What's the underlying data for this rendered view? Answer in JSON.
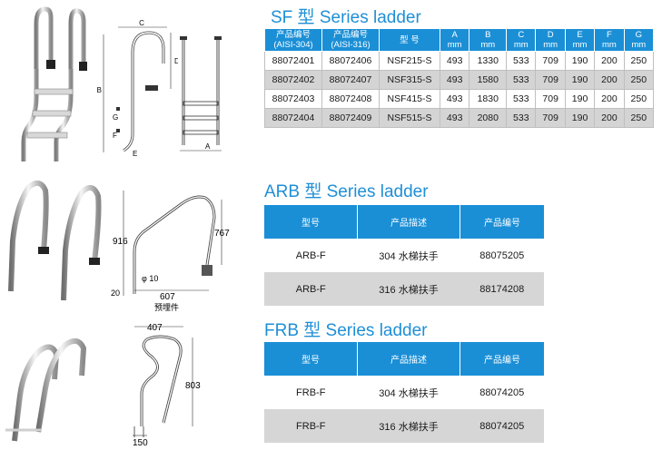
{
  "sf": {
    "title": "SF 型 Series ladder",
    "headers": [
      {
        "l1": "产品编号",
        "l2": "(AISI-304)"
      },
      {
        "l1": "产品编号",
        "l2": "(AISI-316)"
      },
      {
        "l1": "型    号",
        "l2": ""
      },
      {
        "l1": "A",
        "l2": "mm"
      },
      {
        "l1": "B",
        "l2": "mm"
      },
      {
        "l1": "C",
        "l2": "mm"
      },
      {
        "l1": "D",
        "l2": "mm"
      },
      {
        "l1": "E",
        "l2": "mm"
      },
      {
        "l1": "F",
        "l2": "mm"
      },
      {
        "l1": "G",
        "l2": "mm"
      }
    ],
    "rows": [
      [
        "88072401",
        "88072406",
        "NSF215-S",
        "493",
        "1330",
        "533",
        "709",
        "190",
        "200",
        "250"
      ],
      [
        "88072402",
        "88072407",
        "NSF315-S",
        "493",
        "1580",
        "533",
        "709",
        "190",
        "200",
        "250"
      ],
      [
        "88072403",
        "88072408",
        "NSF415-S",
        "493",
        "1830",
        "533",
        "709",
        "190",
        "200",
        "250"
      ],
      [
        "88072404",
        "88072409",
        "NSF515-S",
        "493",
        "2080",
        "533",
        "709",
        "190",
        "200",
        "250"
      ]
    ],
    "dim_labels": {
      "c": "C",
      "d": "D",
      "b": "B",
      "g": "G",
      "f": "F",
      "e": "E",
      "a": "A"
    }
  },
  "arb": {
    "title": "ARB 型 Series ladder",
    "headers": [
      "型号",
      "产品描述",
      "产品编号"
    ],
    "rows": [
      [
        "ARB-F",
        "304 水梯扶手",
        "88075205"
      ],
      [
        "ARB-F",
        "316 水梯扶手",
        "88174208"
      ]
    ],
    "dims": {
      "height_left": "916",
      "height_right": "767",
      "diameter": "φ 10",
      "base": "20",
      "width": "607",
      "embed": "预埋件"
    }
  },
  "frb": {
    "title": "FRB 型 Series ladder",
    "headers": [
      "型号",
      "产品描述",
      "产品编号"
    ],
    "rows": [
      [
        "FRB-F",
        "304 水梯扶手",
        "88074205"
      ],
      [
        "FRB-F",
        "316 水梯扶手",
        "88074205"
      ]
    ],
    "dims": {
      "width": "407",
      "height": "803",
      "base": "150"
    }
  },
  "colors": {
    "accent": "#1b8fd6",
    "title": "#1f8fd6",
    "row_alt": "#d4d4d4"
  }
}
